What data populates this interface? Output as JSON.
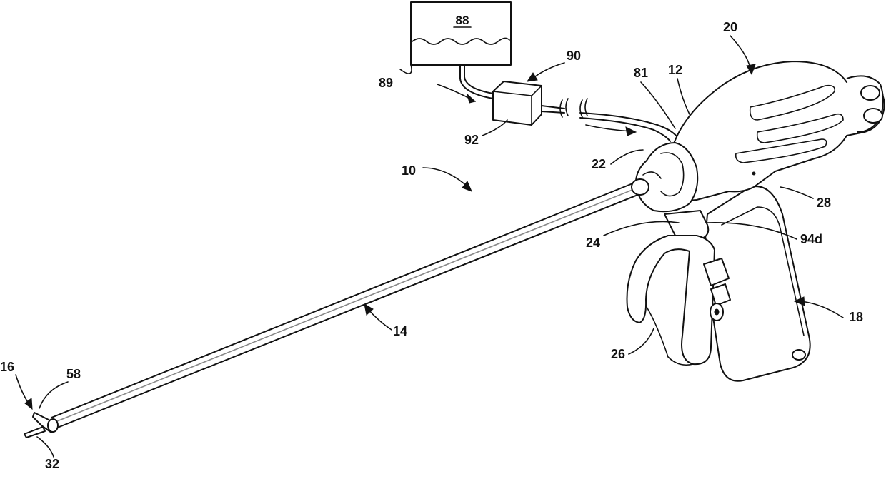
{
  "figure": {
    "labels": {
      "reservoir": "88",
      "fluid_line": "89",
      "pump_unit": "90",
      "pump_box": "92",
      "tube_entry": "81",
      "housing": "12",
      "housing_top": "20",
      "rotation_knob": "22",
      "device": "10",
      "trigger_pivot": "24",
      "handle_rear": "28",
      "lever_connector": "94d",
      "shaft": "14",
      "grip": "18",
      "trigger": "26",
      "end_effector": "16",
      "jaw": "58",
      "blade": "32"
    }
  }
}
